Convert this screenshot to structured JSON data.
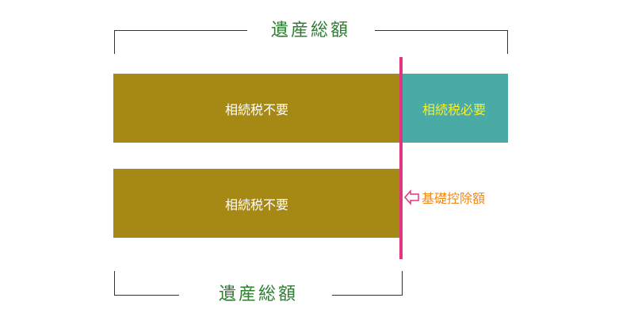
{
  "labels": {
    "estate_total_top": "遺産総額",
    "estate_total_bottom": "遺産総額",
    "tax_not_required_top": "相続税不要",
    "tax_required": "相続税必要",
    "tax_not_required_bottom": "相続税不要",
    "basic_deduction": "基礎控除額"
  },
  "colors": {
    "bar_gold": "#a68815",
    "bar_teal": "#4aaba6",
    "divider_pink": "#e1357f",
    "heading_green": "#2e7d32",
    "tax_required_text": "#f4f032",
    "deduction_text": "#f08a1c",
    "arrow_outline": "#e1357f"
  },
  "icons": {
    "deduction_arrow": "left-arrow-outline-icon"
  }
}
